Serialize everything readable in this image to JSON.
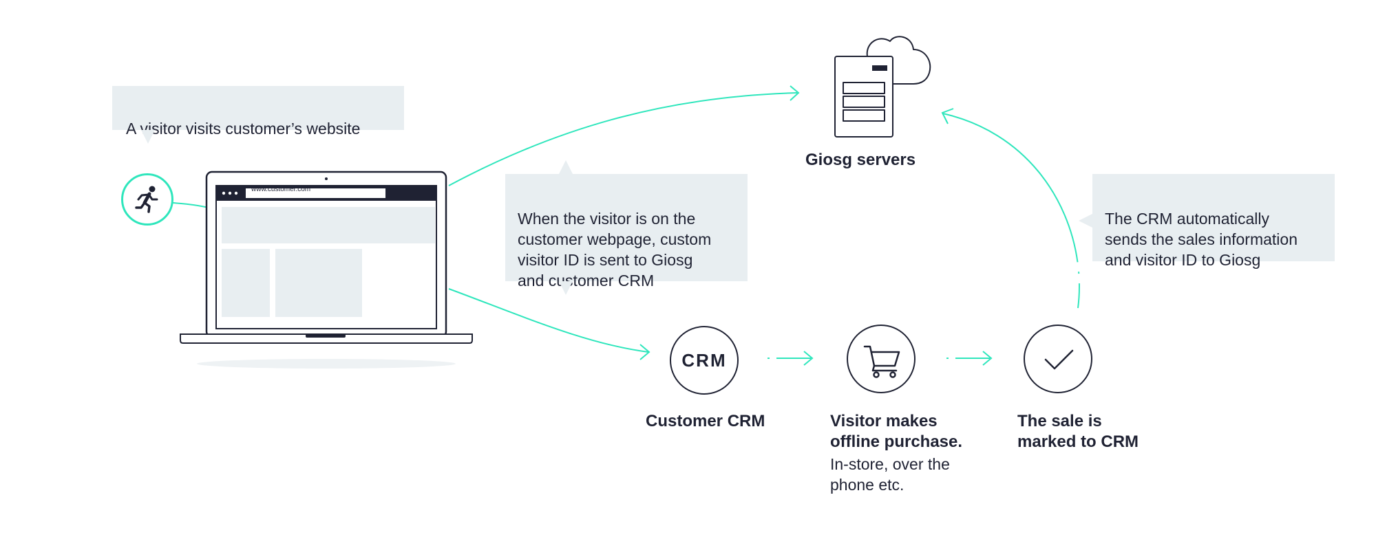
{
  "bubbles": {
    "visitor": "A visitor visits customer’s website",
    "visitor_id": "When the visitor is on the\ncustomer webpage, custom\nvisitor ID is sent to Giosg\nand customer CRM",
    "crm_sends": "The CRM automatically\nsends the sales information\nand visitor ID to Giosg"
  },
  "laptop": {
    "url": "www.customer.com"
  },
  "nodes": {
    "servers": {
      "label": "Giosg servers",
      "icon": "server-cloud-icon"
    },
    "crm": {
      "label": "Customer CRM",
      "icon_text": "CRM"
    },
    "purchase": {
      "label": "Visitor makes\noffline purchase.",
      "sublabel": "In-store, over the\nphone etc.",
      "icon": "shopping-cart-icon"
    },
    "sale": {
      "label": "The sale is\nmarked to CRM",
      "icon": "checkmark-icon"
    }
  },
  "colors": {
    "accent": "#2ee6bc",
    "ink": "#1f2233",
    "bubble_bg": "#e8eef1",
    "laptop_panel": "#e8eef1"
  }
}
